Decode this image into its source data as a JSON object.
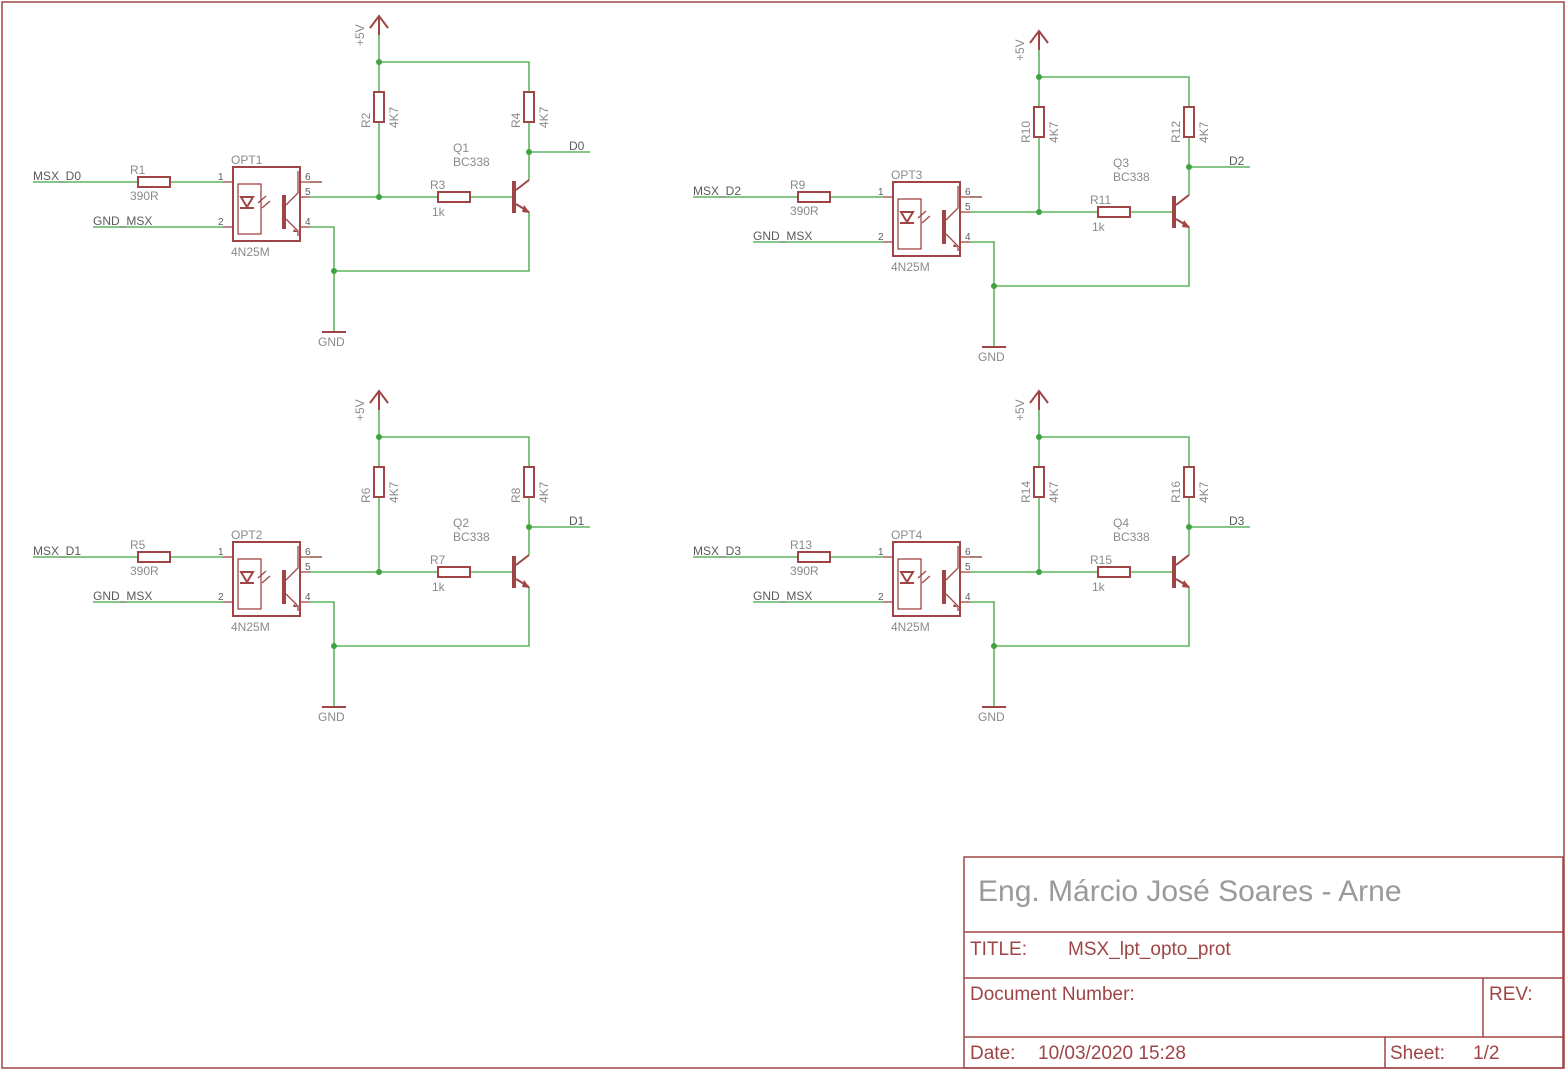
{
  "schematic": {
    "supply_label": "+5V",
    "ground_label": "GND",
    "channels": [
      {
        "opto": "OPT1",
        "opto_value": "4N25M",
        "r_in": "R1",
        "r_in_value": "390R",
        "r_pull": "R2",
        "r_pull_value": "4K7",
        "r_base": "R3",
        "r_base_value": "1k",
        "r_coll": "R4",
        "r_coll_value": "4K7",
        "transistor": "Q1",
        "transistor_value": "BC338",
        "input_net": "MSX_D0",
        "gnd_net": "GND_MSX",
        "output_net": "D0",
        "pins": [
          "1",
          "2",
          "6",
          "5",
          "4"
        ]
      },
      {
        "opto": "OPT3",
        "opto_value": "4N25M",
        "r_in": "R9",
        "r_in_value": "390R",
        "r_pull": "R10",
        "r_pull_value": "4K7",
        "r_base": "R11",
        "r_base_value": "1k",
        "r_coll": "R12",
        "r_coll_value": "4K7",
        "transistor": "Q3",
        "transistor_value": "BC338",
        "input_net": "MSX_D2",
        "gnd_net": "GND_MSX",
        "output_net": "D2",
        "pins": [
          "1",
          "2",
          "6",
          "5",
          "4"
        ]
      },
      {
        "opto": "OPT2",
        "opto_value": "4N25M",
        "r_in": "R5",
        "r_in_value": "390R",
        "r_pull": "R6",
        "r_pull_value": "4K7",
        "r_base": "R7",
        "r_base_value": "1k",
        "r_coll": "R8",
        "r_coll_value": "4K7",
        "transistor": "Q2",
        "transistor_value": "BC338",
        "input_net": "MSX_D1",
        "gnd_net": "GND_MSX",
        "output_net": "D1",
        "pins": [
          "1",
          "2",
          "6",
          "5",
          "4"
        ]
      },
      {
        "opto": "OPT4",
        "opto_value": "4N25M",
        "r_in": "R13",
        "r_in_value": "390R",
        "r_pull": "R14",
        "r_pull_value": "4K7",
        "r_base": "R15",
        "r_base_value": "1k",
        "r_coll": "R16",
        "r_coll_value": "4K7",
        "transistor": "Q4",
        "transistor_value": "BC338",
        "input_net": "MSX_D3",
        "gnd_net": "GND_MSX",
        "output_net": "D3",
        "pins": [
          "1",
          "2",
          "6",
          "5",
          "4"
        ]
      }
    ]
  },
  "title_block": {
    "author": "Eng. Márcio José Soares - Arne",
    "title_label": "TITLE:",
    "title_value": "MSX_lpt_opto_prot",
    "doc_number_label": "Document Number:",
    "rev_label": "REV:",
    "date_label": "Date:",
    "date_value": "10/03/2020 15:28",
    "sheet_label": "Sheet:",
    "sheet_value": "1/2"
  },
  "colors": {
    "component": "#a04545",
    "wire": "#3fa33f",
    "label_gray": "#8a8a8a"
  }
}
